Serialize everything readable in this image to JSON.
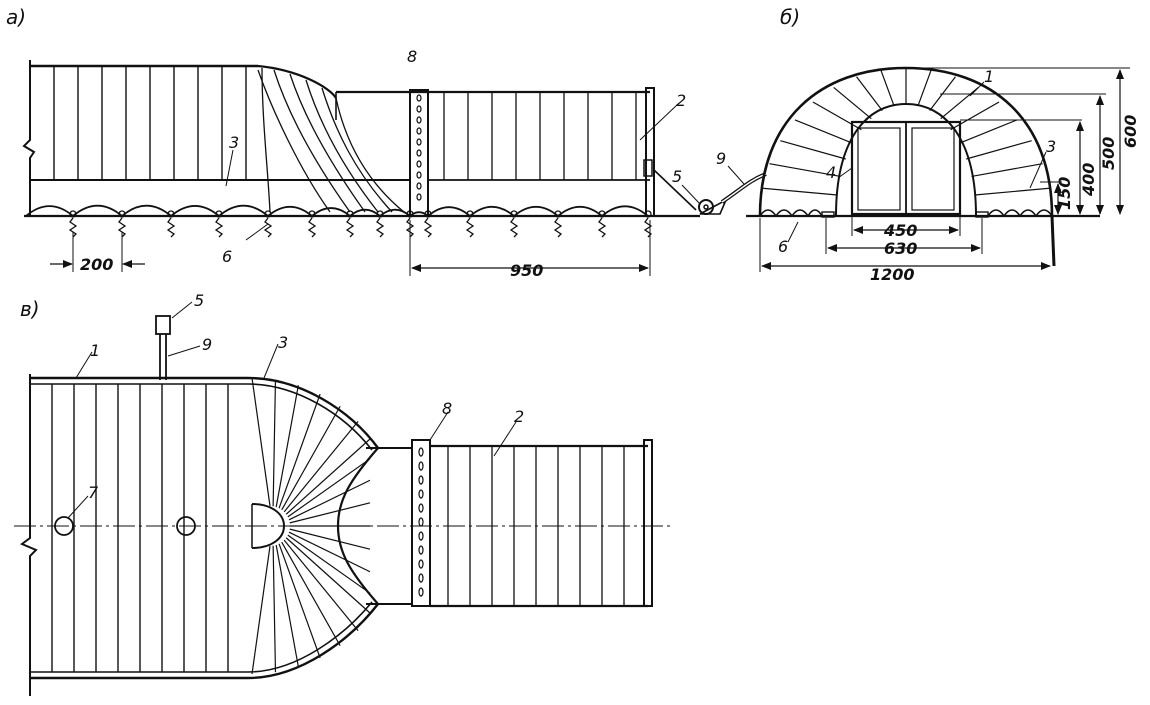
{
  "panels": {
    "a": "а)",
    "b": "б)",
    "v": "в)"
  },
  "colors": {
    "ink": "#111111",
    "paper": "#ffffff"
  },
  "side_view": {
    "labels": {
      "l8": "8",
      "l2": "2",
      "l3": "3",
      "l5": "5",
      "l9": "9",
      "l6": "6"
    },
    "dims": {
      "spacing": "200",
      "length": "950"
    }
  },
  "end_view": {
    "labels": {
      "l1": "1",
      "l4": "4",
      "l3": "3",
      "l6": "6"
    },
    "dims": {
      "d450": "450",
      "d630": "630",
      "d1200": "1200",
      "h150": "150",
      "h400": "400",
      "h500": "500",
      "h600": "600"
    }
  },
  "plan_view": {
    "labels": {
      "l5": "5",
      "l9": "9",
      "l3": "3",
      "l1": "1",
      "l7": "7",
      "l8": "8",
      "l2": "2"
    }
  }
}
